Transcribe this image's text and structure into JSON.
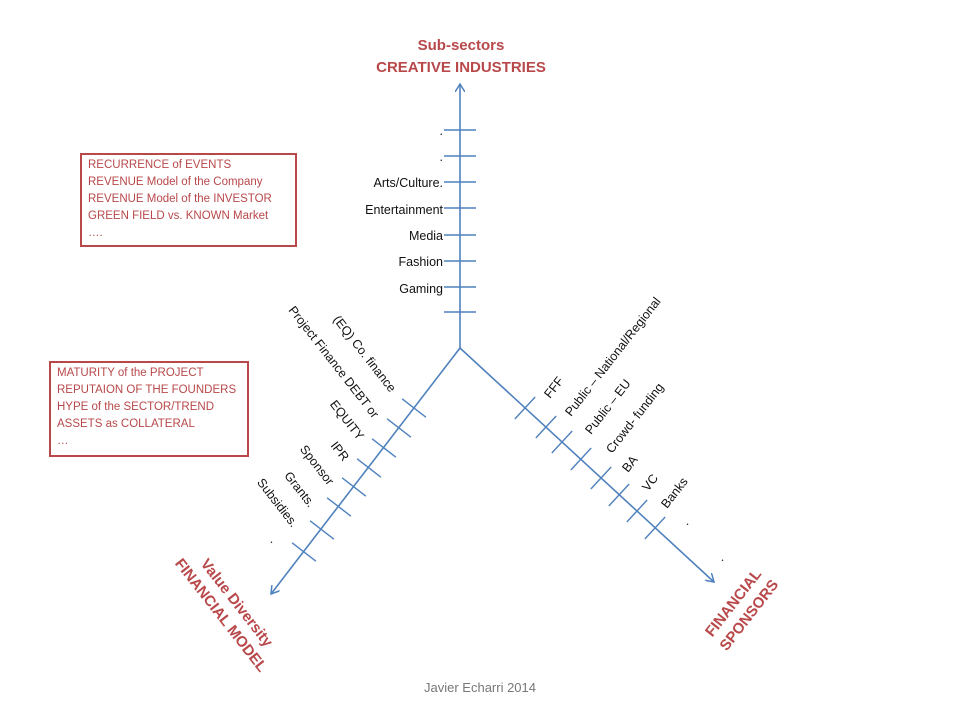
{
  "colors": {
    "axis": "#4f81bd",
    "accent": "#b8484a",
    "text": "#111111"
  },
  "top_axis": {
    "title_line1": "Sub-sectors",
    "title_line2": "CREATIVE INDUSTRIES",
    "items": [
      ".",
      ".",
      "Arts/Culture.",
      "Entertainment",
      "Media",
      "Fashion",
      "Gaming",
      ""
    ]
  },
  "left_axis": {
    "title_line1": "Value Diversity",
    "title_line2": "FINANCIAL MODEL",
    "items": [
      "(EQ) Co. finance",
      "Project Finance DEBT or",
      "EQUITY",
      "IPR",
      "Sponsor",
      "Grants.",
      "Subsidies.",
      "."
    ]
  },
  "right_axis": {
    "title_line1": "FINANCIAL",
    "title_line2": "SPONSORS",
    "items": [
      "FFF",
      "Public – National/Regional",
      "Public – EU",
      "Crowd- funding",
      "BA",
      "VC",
      "Banks",
      ".",
      "."
    ]
  },
  "box_top": {
    "lines": [
      "RECURRENCE of EVENTS",
      "REVENUE Model of the Company",
      "REVENUE Model of the INVESTOR",
      "GREEN FIELD vs. KNOWN Market",
      "…."
    ]
  },
  "box_bottom": {
    "lines": [
      "MATURITY of the PROJECT",
      "REPUTAION OF THE FOUNDERS",
      "HYPE of the SECTOR/TREND",
      "ASSETS as COLLATERAL",
      "…"
    ]
  },
  "credit": "Javier Echarri 2014"
}
